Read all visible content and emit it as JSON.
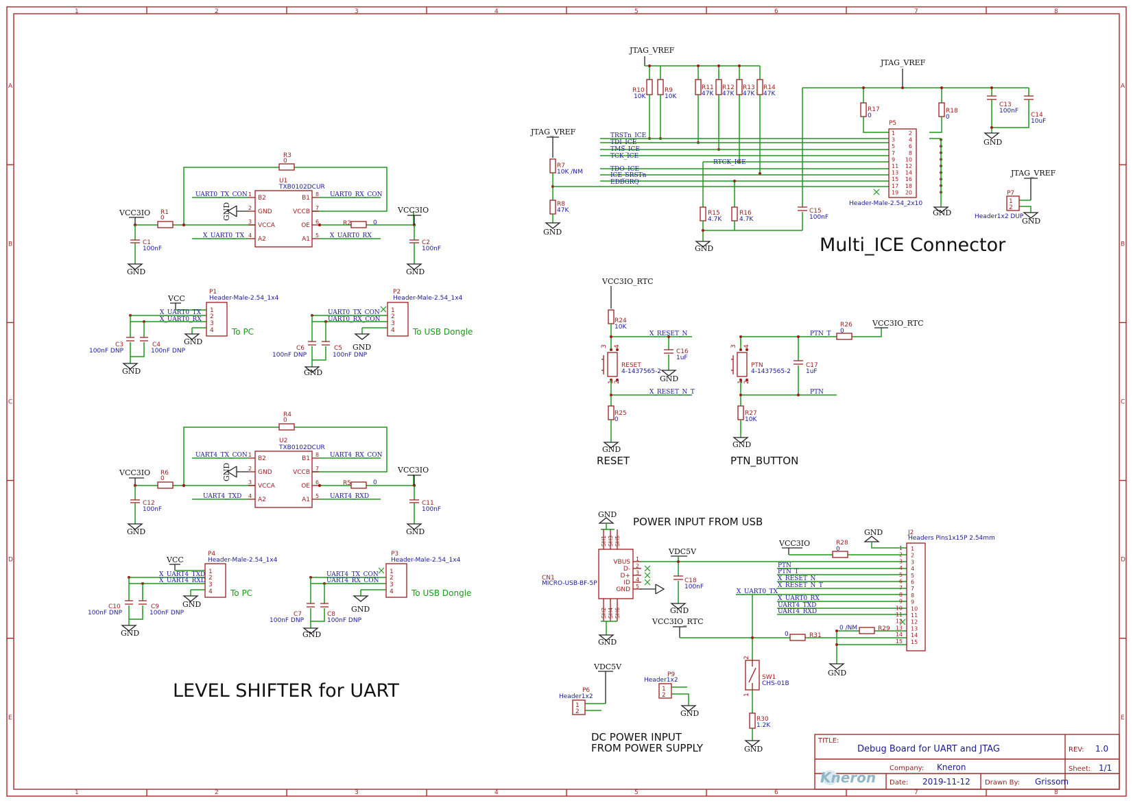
{
  "frame": {
    "cols": [
      "1",
      "2",
      "3",
      "4",
      "5",
      "6",
      "7",
      "8"
    ],
    "rows": [
      "A",
      "B",
      "C",
      "D",
      "E"
    ]
  },
  "power": {
    "vcc3io": "VCC3IO",
    "vcc": "VCC",
    "gnd": "GND",
    "jtag_vref": "JTAG_VREF",
    "vcc3io_rtc": "VCC3IO_RTC",
    "vdc5v": "VDC5V"
  },
  "nets": {
    "uart0_tx_con": "UART0_TX_CON",
    "uart0_rx_con": "UART0_RX_CON",
    "x_uart0_tx": "X_UART0_TX",
    "x_uart0_rx": "X_UART0_RX",
    "uart4_tx_con": "UART4_TX_CON",
    "uart4_rx_con": "UART4_RX_CON",
    "uart4_txd": "UART4_TXD",
    "uart4_rxd": "UART4_RXD",
    "x_uart4_txd": "X_UART4_TXD",
    "x_uart4_rxd": "X_UART4_RXD",
    "trstn_ice": "TRSTn_ICE",
    "tdi_ice": "TDI_ICE",
    "tms_ice": "TMS_ICE",
    "tck_ice": "TCK_ICE",
    "rtck_ice": "RTCK_ICE",
    "tdo_ice": "TDO_ICE",
    "ice_srstn": "ICE_SRSTn",
    "edbgrq": "EDBGRQ",
    "x_reset_n": "X_RESET_N",
    "x_reset_n_t": "X_RESET_N_T",
    "ptn_t": "PTN_T",
    "ptn": "PTN",
    "x_uart0_rx_j": "X_UART0_RX",
    "x_uart0_tx_j": "X_UART0_TX"
  },
  "ic": {
    "u1_ref": "U1",
    "u2_ref": "U2",
    "part": "TXB0102DCUR",
    "pins_left": [
      [
        "1",
        "B2"
      ],
      [
        "2",
        "GND"
      ],
      [
        "3",
        "VCCA"
      ],
      [
        "4",
        "A2"
      ]
    ],
    "pins_right": [
      [
        "8",
        "B1"
      ],
      [
        "7",
        "VCCB"
      ],
      [
        "6",
        "OE"
      ],
      [
        "5",
        "A1"
      ]
    ]
  },
  "parts": {
    "r1": [
      "R1",
      "0"
    ],
    "r2": [
      "R2",
      "0"
    ],
    "r3": [
      "R3",
      "0"
    ],
    "r4": [
      "R4",
      "0"
    ],
    "r5": [
      "R5",
      "0"
    ],
    "r6": [
      "R6",
      "0"
    ],
    "c1": [
      "C1",
      "100nF"
    ],
    "c2": [
      "C2",
      "100nF"
    ],
    "c11": [
      "C11",
      "100nF"
    ],
    "c12": [
      "C12",
      "100nF"
    ],
    "c3": [
      "C3",
      "100nF DNP"
    ],
    "c4": [
      "C4",
      "100nF DNP"
    ],
    "c5": [
      "C5",
      "100nF DNP"
    ],
    "c6": [
      "C6",
      "100nF DNP"
    ],
    "c7": [
      "C7",
      "100nF DNP"
    ],
    "c8": [
      "C8",
      "100nF DNP"
    ],
    "c9": [
      "C9",
      "100nF DNP"
    ],
    "c10": [
      "C10",
      "100nF DNP"
    ],
    "p1": [
      "P1",
      "Header-Male-2.54_1x4"
    ],
    "p2": [
      "P2",
      "Header-Male-2.54_1x4"
    ],
    "p3": [
      "P3",
      "Header-Male-2.54_1x4"
    ],
    "p4": [
      "P4",
      "Header-Male-2.54_1x4"
    ],
    "r7": [
      "R7",
      "10K /NM"
    ],
    "r8": [
      "R8",
      "47K"
    ],
    "r9": [
      "R9",
      "10K"
    ],
    "r10": [
      "R10",
      "10K"
    ],
    "r11": [
      "R11",
      "47K"
    ],
    "r12": [
      "R12",
      "47K"
    ],
    "r13": [
      "R13",
      "47K"
    ],
    "r14": [
      "R14",
      "47K"
    ],
    "r15": [
      "R15",
      "4.7K"
    ],
    "r16": [
      "R16",
      "4.7K"
    ],
    "r17": [
      "R17",
      "0"
    ],
    "r18": [
      "R18",
      "0"
    ],
    "c13": [
      "C13",
      "100nF"
    ],
    "c14": [
      "C14",
      "10uF"
    ],
    "c15": [
      "C15",
      "100nF"
    ],
    "p5": [
      "P5",
      "Header-Male-2.54_2x10"
    ],
    "p7": [
      "P7",
      "Header1x2 DUP"
    ],
    "r24": [
      "R24",
      "10K"
    ],
    "r25": [
      "R25",
      "0"
    ],
    "c16": [
      "C16",
      "1uF"
    ],
    "reset_sw": [
      "RESET",
      "4-1437565-2"
    ],
    "ptn_sw": [
      "PTN",
      "4-1437565-2"
    ],
    "r26": [
      "R26",
      "0"
    ],
    "r27": [
      "R27",
      "10K"
    ],
    "c17": [
      "C17",
      "1uF"
    ],
    "cn1": [
      "CN1",
      "MICRO-USB-BF-5P"
    ],
    "c18": [
      "C18",
      "100nF"
    ],
    "r28": [
      "R28",
      "0"
    ],
    "r29": [
      "R29",
      "0 /NM"
    ],
    "r30": [
      "R30",
      "1.2K"
    ],
    "r31": [
      "R31",
      "0"
    ],
    "j2": [
      "J2",
      "Headers  Pins1x15P 2.54mm"
    ],
    "sw1": [
      "SW1",
      "CHS-01B"
    ],
    "p6": [
      "P6",
      "Header1x2"
    ],
    "p9": [
      "P9",
      "Header1x2"
    ]
  },
  "usb_pins": [
    "VBUS",
    "D-",
    "D+",
    "ID",
    "GND"
  ],
  "usb_shield": [
    "SH1",
    "SH3",
    "SH5",
    "SH2",
    "SH4",
    "SH6"
  ],
  "labels": {
    "to_pc": "To PC",
    "to_dongle": "To USB Dongle",
    "level_shifter": "LEVEL SHIFTER for UART",
    "multi_ice": "Multi_ICE Connector",
    "reset": "RESET",
    "ptn_button": "PTN_BUTTON",
    "power_usb": "POWER INPUT FROM USB",
    "dc_power_1": "DC POWER INPUT",
    "dc_power_2": "FROM POWER SUPPLY"
  },
  "title_block": {
    "title_label": "TITLE:",
    "title": "Debug Board for UART and JTAG",
    "rev_label": "REV:",
    "rev": "1.0",
    "company_label": "Company:",
    "company": "Kneron",
    "sheet_label": "Sheet:",
    "sheet": "1/1",
    "date_label": "Date:",
    "date": "2019-11-12",
    "drawn_label": "Drawn By:",
    "drawn_by": "Grissom",
    "logo": "Kneron"
  }
}
